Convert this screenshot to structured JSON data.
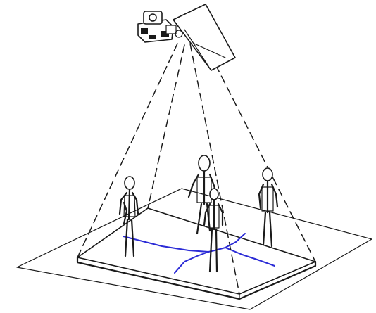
{
  "diagram": {
    "kind": "overhead-camera-people-tracking-illustration",
    "elements": [
      "camera-icon",
      "projector-panel",
      "view-frustum",
      "ground-plane",
      "floor-region",
      "voronoi-partition",
      "person-figure"
    ],
    "people_count": 4,
    "colors": {
      "ink": "#1a1a1a",
      "partition": "#2b2bd6",
      "background": "#ffffff"
    }
  }
}
